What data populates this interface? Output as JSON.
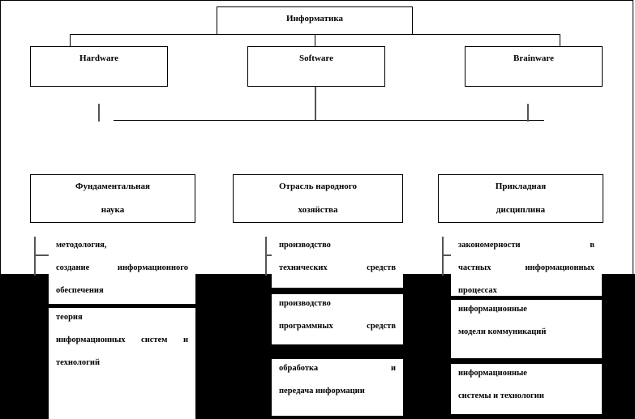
{
  "figure": {
    "title_box": {
      "label": "Информатика"
    },
    "tier2": [
      {
        "label": "Hardware"
      },
      {
        "label": "Software"
      },
      {
        "label": "Brainware"
      }
    ],
    "tier3": [
      {
        "line1": "Фундаментальная",
        "line2": "наука"
      },
      {
        "line1": "Отрасль народного",
        "line2": "хозяйства"
      },
      {
        "line1": "Прикладная",
        "line2": "дисциплина"
      }
    ],
    "leaves": {
      "left": [
        {
          "line1": "методология,",
          "line2": "создание информационного",
          "line3": "обеспечения"
        },
        {
          "line1": "теория",
          "line2": "информационных систем и",
          "line3": "технологий"
        }
      ],
      "middle": [
        {
          "line1": "производство",
          "line2": "технических средств"
        },
        {
          "line1": "производство",
          "line2": "программных средств"
        },
        {
          "line1": "обработка и",
          "line2": "передача информации"
        }
      ],
      "right": [
        {
          "line1": "закономерности в",
          "line2": "частных информационных",
          "line3": "процессах"
        },
        {
          "line1": "информационные",
          "line2": "модели коммуникаций"
        },
        {
          "line1": "информационные",
          "line2": "системы и технологии"
        }
      ]
    },
    "colors": {
      "background": "#ffffff",
      "plate": "#000000",
      "box_fill": "#ffffff",
      "stroke": "#000000",
      "connector": "#555555"
    }
  }
}
